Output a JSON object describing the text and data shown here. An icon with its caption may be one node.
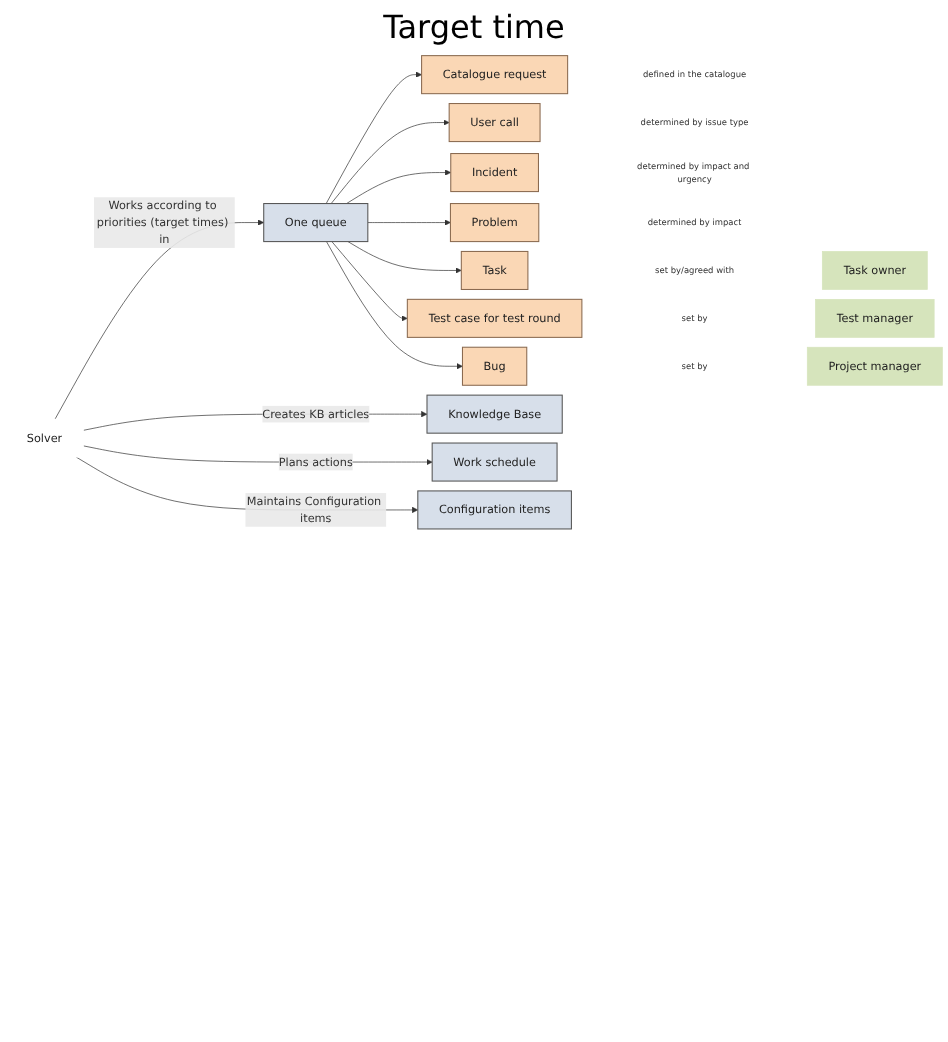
{
  "diagram": {
    "title": "Target time",
    "nodes": [
      {
        "text": [
          "Solver"
        ]
      },
      {
        "text": [
          "One queue"
        ]
      },
      {
        "text": [
          "Catalogue request"
        ]
      },
      {
        "text": [
          "User call"
        ]
      },
      {
        "text": [
          "Incident"
        ]
      },
      {
        "text": [
          "Problem"
        ]
      },
      {
        "text": [
          "Task"
        ]
      },
      {
        "text": [
          "Test case for test round"
        ]
      },
      {
        "text": [
          "Bug"
        ]
      },
      {
        "text": [
          "Task owner"
        ]
      },
      {
        "text": [
          "Test manager"
        ]
      },
      {
        "text": [
          "Project manager"
        ]
      },
      {
        "text": [
          "Knowledge Base"
        ]
      },
      {
        "text": [
          "Work schedule"
        ]
      },
      {
        "text": [
          "Configuration items"
        ]
      }
    ],
    "edges": [
      {
        "from": 0,
        "to": 1,
        "arrow": "to",
        "label": "Works according to priorities (target times) in"
      },
      {
        "from": 1,
        "to": 2,
        "arrow": "to"
      },
      {
        "from": 1,
        "to": 3,
        "arrow": "to"
      },
      {
        "from": 1,
        "to": 4,
        "arrow": "to"
      },
      {
        "from": 1,
        "to": 5,
        "arrow": "to"
      },
      {
        "from": 1,
        "to": 6,
        "arrow": "to"
      },
      {
        "from": 1,
        "to": 7,
        "arrow": "to"
      },
      {
        "from": 1,
        "to": 8,
        "arrow": "to"
      },
      {
        "from": 0,
        "to": 12,
        "arrow": "to",
        "label": "Creates KB articles"
      },
      {
        "from": 0,
        "to": 13,
        "arrow": "to",
        "label": "Plans actions"
      },
      {
        "from": 0,
        "to": 14,
        "arrow": "to",
        "label": "Maintains Configuration items"
      }
    ],
    "labels": [
      "defined in the catalogue",
      "determined by issue type",
      "determined by impact and urgency",
      "determined by impact",
      "set by/agreed with",
      "set by",
      "set by"
    ]
  }
}
